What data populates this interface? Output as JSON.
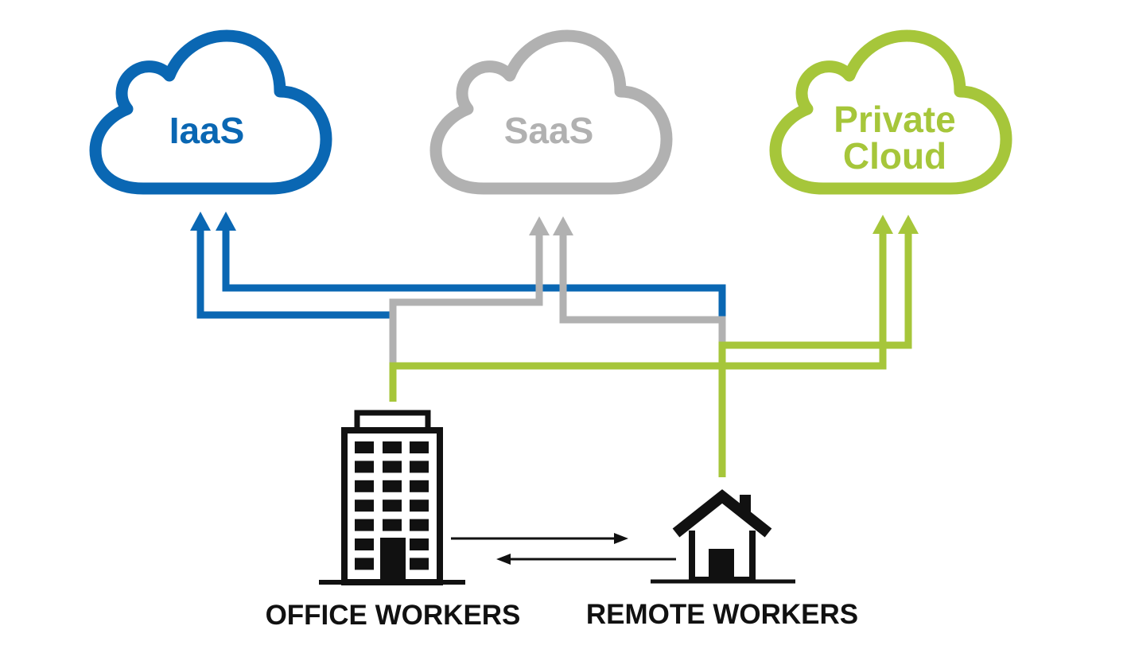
{
  "colors": {
    "iaas": "#0a67b3",
    "saas": "#b1b1b1",
    "private_cloud": "#a6c63a",
    "ink": "#111111",
    "background": "#ffffff"
  },
  "clouds": {
    "iaas": {
      "label": "IaaS"
    },
    "saas": {
      "label": "SaaS"
    },
    "private_cloud": {
      "label_line1": "Private",
      "label_line2": "Cloud"
    }
  },
  "sites": {
    "office": {
      "label": "OFFICE WORKERS",
      "icon": "office-building-icon"
    },
    "remote": {
      "label": "REMOTE WORKERS",
      "icon": "house-icon"
    }
  }
}
